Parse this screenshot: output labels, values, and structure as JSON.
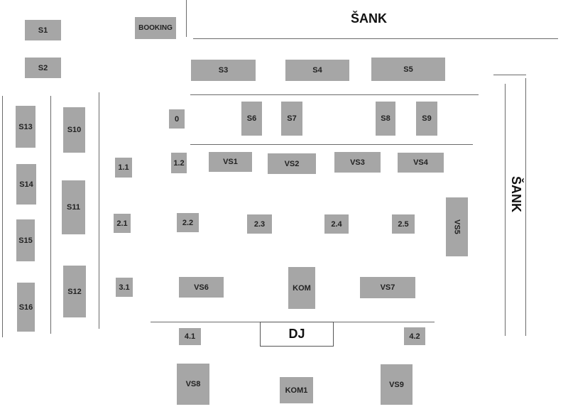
{
  "labels": {
    "bar_top": "ŠANK",
    "bar_right": "ŠANK",
    "dj": "DJ"
  },
  "tables": {
    "S1": "S1",
    "S2": "S2",
    "BOOKING": "BOOKING",
    "S3": "S3",
    "S4": "S4",
    "S5": "S5",
    "S6": "S6",
    "S7": "S7",
    "S8": "S8",
    "S9": "S9",
    "T0": "0",
    "S10": "S10",
    "S11": "S11",
    "S12": "S12",
    "S13": "S13",
    "S14": "S14",
    "S15": "S15",
    "S16": "S16",
    "T11": "1.1",
    "T12": "1.2",
    "T21": "2.1",
    "T22": "2.2",
    "T23": "2.3",
    "T24": "2.4",
    "T25": "2.5",
    "T31": "3.1",
    "T41": "4.1",
    "T42": "4.2",
    "VS1": "VS1",
    "VS2": "VS2",
    "VS3": "VS3",
    "VS4": "VS4",
    "VS5": "VS5",
    "VS6": "VS6",
    "VS7": "VS7",
    "VS8": "VS8",
    "VS9": "VS9",
    "KOM": "KOM",
    "KOM1": "KOM1"
  },
  "colors": {
    "table_fill": "#a6a6a6",
    "line": "#6b6b6b"
  }
}
